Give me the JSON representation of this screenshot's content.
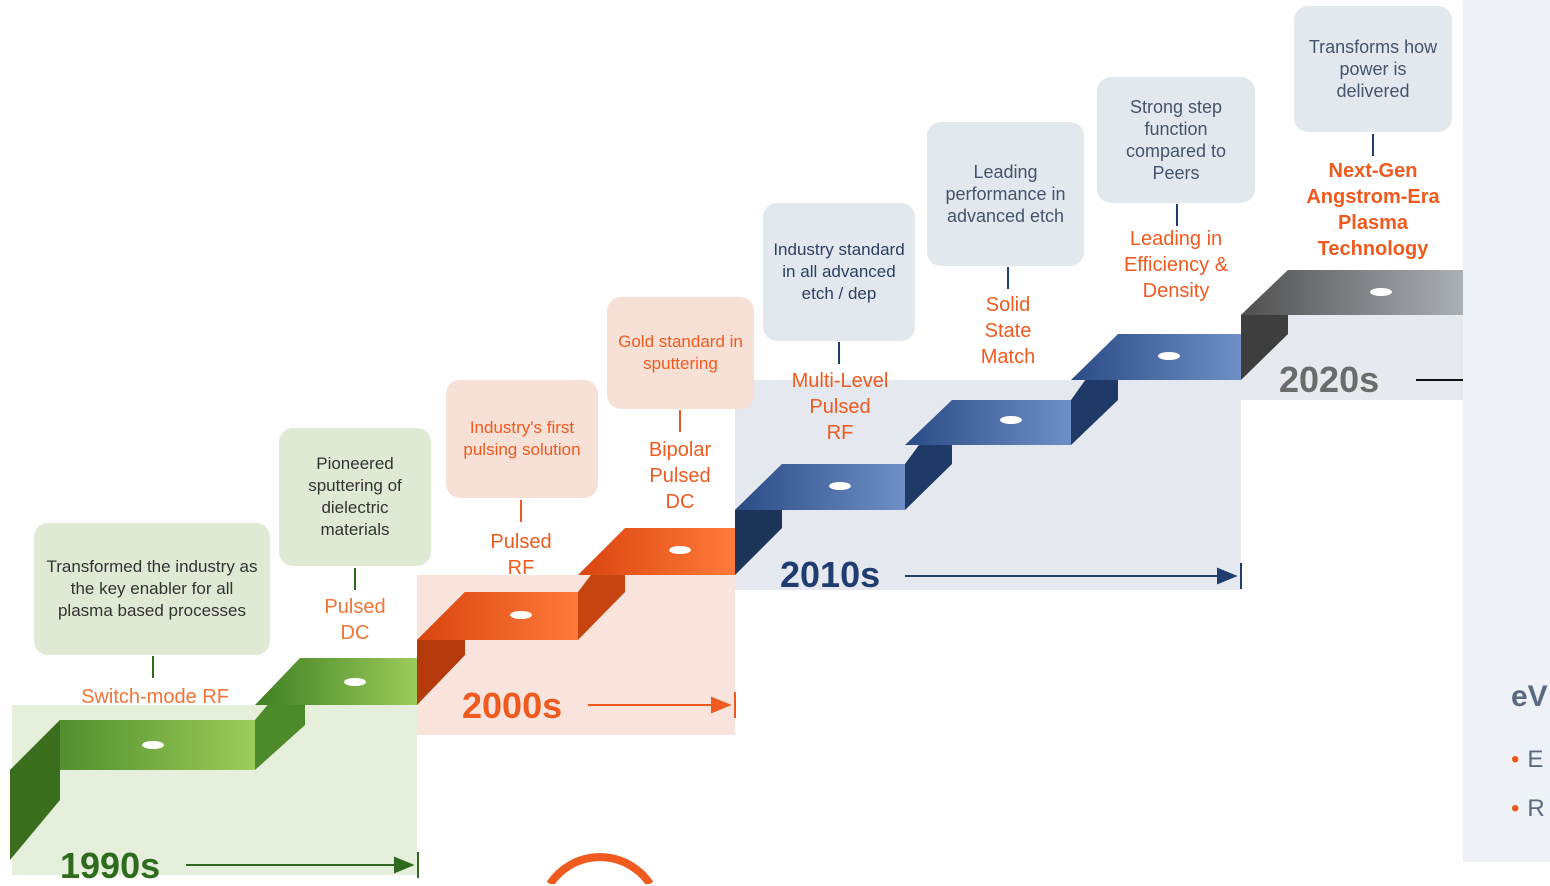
{
  "eras": [
    {
      "decade": "1990s",
      "color": "#2f6b1e",
      "box_text": "Transformed the industry as the key enabler for all plasma based processes",
      "label": "Switch-mode RF"
    },
    {
      "decade": "",
      "color": "#2f6b1e",
      "box_text": "Pioneered sputtering of dielectric materials",
      "label": "Pulsed\nDC"
    },
    {
      "decade": "2000s",
      "color": "#ef5a1f",
      "box_text": "Industry's first pulsing solution",
      "label": "Pulsed\nRF"
    },
    {
      "decade": "",
      "color": "#ef5a1f",
      "box_text": "Gold standard in sputtering",
      "label": "Bipolar\nPulsed\nDC"
    },
    {
      "decade": "2010s",
      "color": "#1f3d6e",
      "box_text": "Industry standard in all advanced etch / dep",
      "label": "Multi-Level\nPulsed\nRF"
    },
    {
      "decade": "",
      "color": "#1f3d6e",
      "box_text": "Leading performance in advanced etch",
      "label": "Solid\nState\nMatch"
    },
    {
      "decade": "",
      "color": "#1f3d6e",
      "box_text": "Strong step function compared to Peers",
      "label": "Leading in\nEfficiency &\nDensity"
    },
    {
      "decade": "2020s",
      "color": "#6b6b6b",
      "box_text": "Transforms how power is delivered",
      "label": "Next-Gen\nAngstrom-Era\nPlasma\nTechnology"
    }
  ],
  "side_panel": {
    "title": "eV",
    "bullets": [
      "E",
      "R"
    ]
  }
}
